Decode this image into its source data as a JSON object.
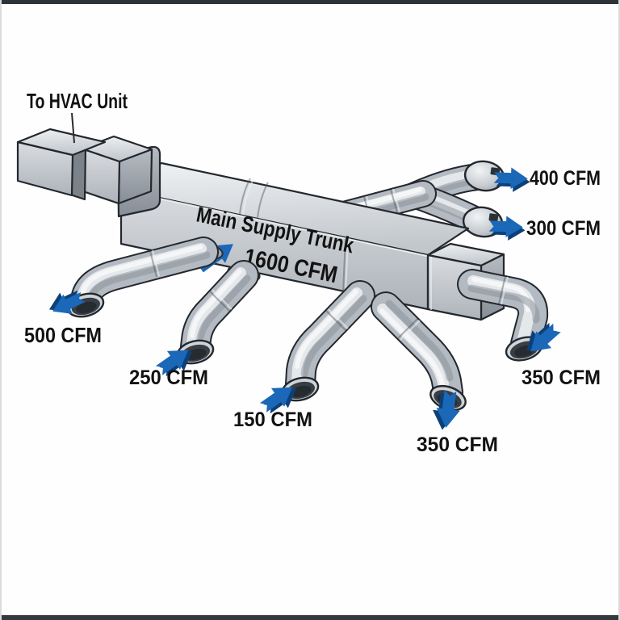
{
  "window": {
    "background": "#fefefe",
    "top_strip_color": "#2e3338",
    "bottom_strip_color": "#34393e",
    "side_border_color": "#d8dadc"
  },
  "labels": {
    "hvac_unit": "To HVAC Unit",
    "trunk_line1": "Main Supply Trunk",
    "trunk_line2": "1600 CFM"
  },
  "outlets": [
    {
      "id": "outlet-400",
      "label": "400 CFM"
    },
    {
      "id": "outlet-300",
      "label": "300 CFM"
    },
    {
      "id": "outlet-500",
      "label": "500 CFM"
    },
    {
      "id": "outlet-250",
      "label": "250 CFM"
    },
    {
      "id": "outlet-150",
      "label": "150 CFM"
    },
    {
      "id": "outlet-350-bottom",
      "label": "350 CFM"
    },
    {
      "id": "outlet-350-right",
      "label": "350 CFM"
    }
  ],
  "colors": {
    "arrow_blue": "#1b67b8",
    "arrow_blue_dark": "#0c4078",
    "text": "#121212",
    "metal_light": "#f0f2f4",
    "metal_mid": "#b4bac1",
    "metal_dark": "#8a9199",
    "outline": "#23282e"
  }
}
